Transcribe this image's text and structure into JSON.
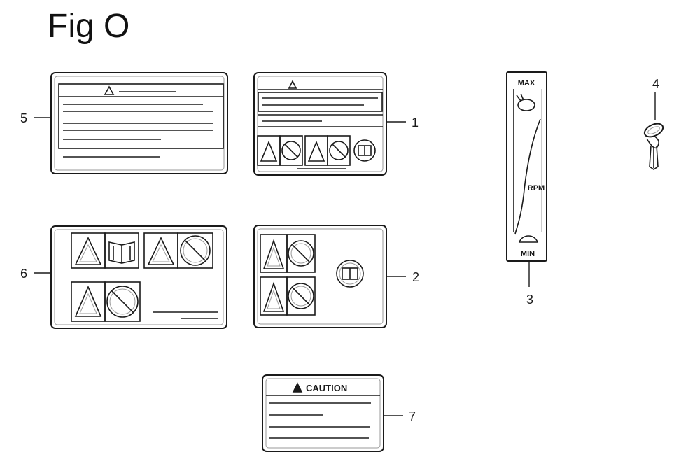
{
  "figure": {
    "title": "Fig O"
  },
  "callouts": [
    {
      "id": "5",
      "label": "5"
    },
    {
      "id": "1",
      "label": "1"
    },
    {
      "id": "6",
      "label": "6"
    },
    {
      "id": "2",
      "label": "2"
    },
    {
      "id": "3",
      "label": "3"
    },
    {
      "id": "4",
      "label": "4"
    },
    {
      "id": "7",
      "label": "7"
    }
  ],
  "decals": {
    "throttle": {
      "max_label": "MAX",
      "rpm_label": "RPM",
      "min_label": "MIN"
    },
    "caution": {
      "heading": "CAUTION"
    }
  },
  "colors": {
    "line": "#1a1a1a",
    "fill": "#ffffff",
    "soft": "#9a9a9a"
  }
}
